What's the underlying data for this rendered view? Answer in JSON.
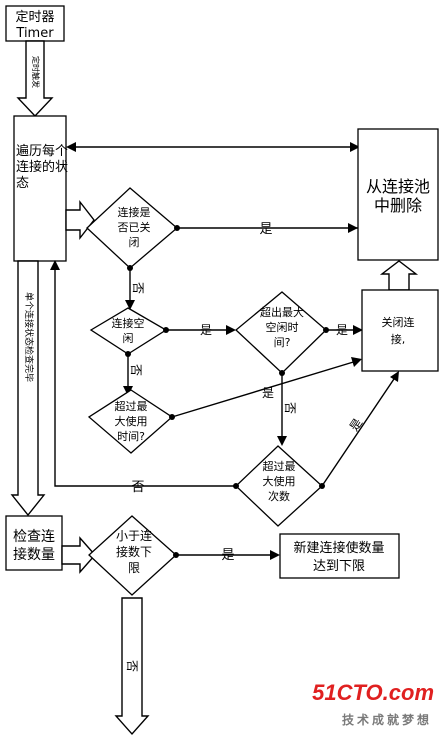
{
  "nodes": {
    "timer_line1": "定时器",
    "timer_line2": "Timer",
    "traverse_line1": "遍历每个",
    "traverse_line2": "连接的状",
    "traverse_line3": "态",
    "remove_line1": "从连接池",
    "remove_line2": "中删除",
    "closed_q_line1": "连接是",
    "closed_q_line2": "否已关",
    "closed_q_line3": "闭",
    "idle_q_line1": "连接空",
    "idle_q_line2": "闲",
    "maxidle_q_line1": "超出最大",
    "maxidle_q_line2": "空闲时",
    "maxidle_q_line3": "间?",
    "close_line1": "关闭连",
    "close_line2": "接,",
    "maxuse_time_q_line1": "超过最",
    "maxuse_time_q_line2": "大使用",
    "maxuse_time_q_line3": "时间?",
    "maxuse_count_q_line1": "超过最",
    "maxuse_count_q_line2": "大使用",
    "maxuse_count_q_line3": "次数",
    "check_count_line1": "检查连",
    "check_count_line2": "接数量",
    "lower_q_line1": "小于连",
    "lower_q_line2": "接数下",
    "lower_q_line3": "限",
    "create_line1": "新建连接使数量",
    "create_line2": "达到下限"
  },
  "edges": {
    "timer_trigger": "定时触发",
    "check_done": "单个连接状态检查完毕",
    "yes": "是",
    "no": "否"
  },
  "watermark": {
    "brand": "51CTO.com",
    "slogan": "技术成就梦想",
    "brand_color": "#e02020",
    "slogan_color": "#7a7a7a"
  }
}
